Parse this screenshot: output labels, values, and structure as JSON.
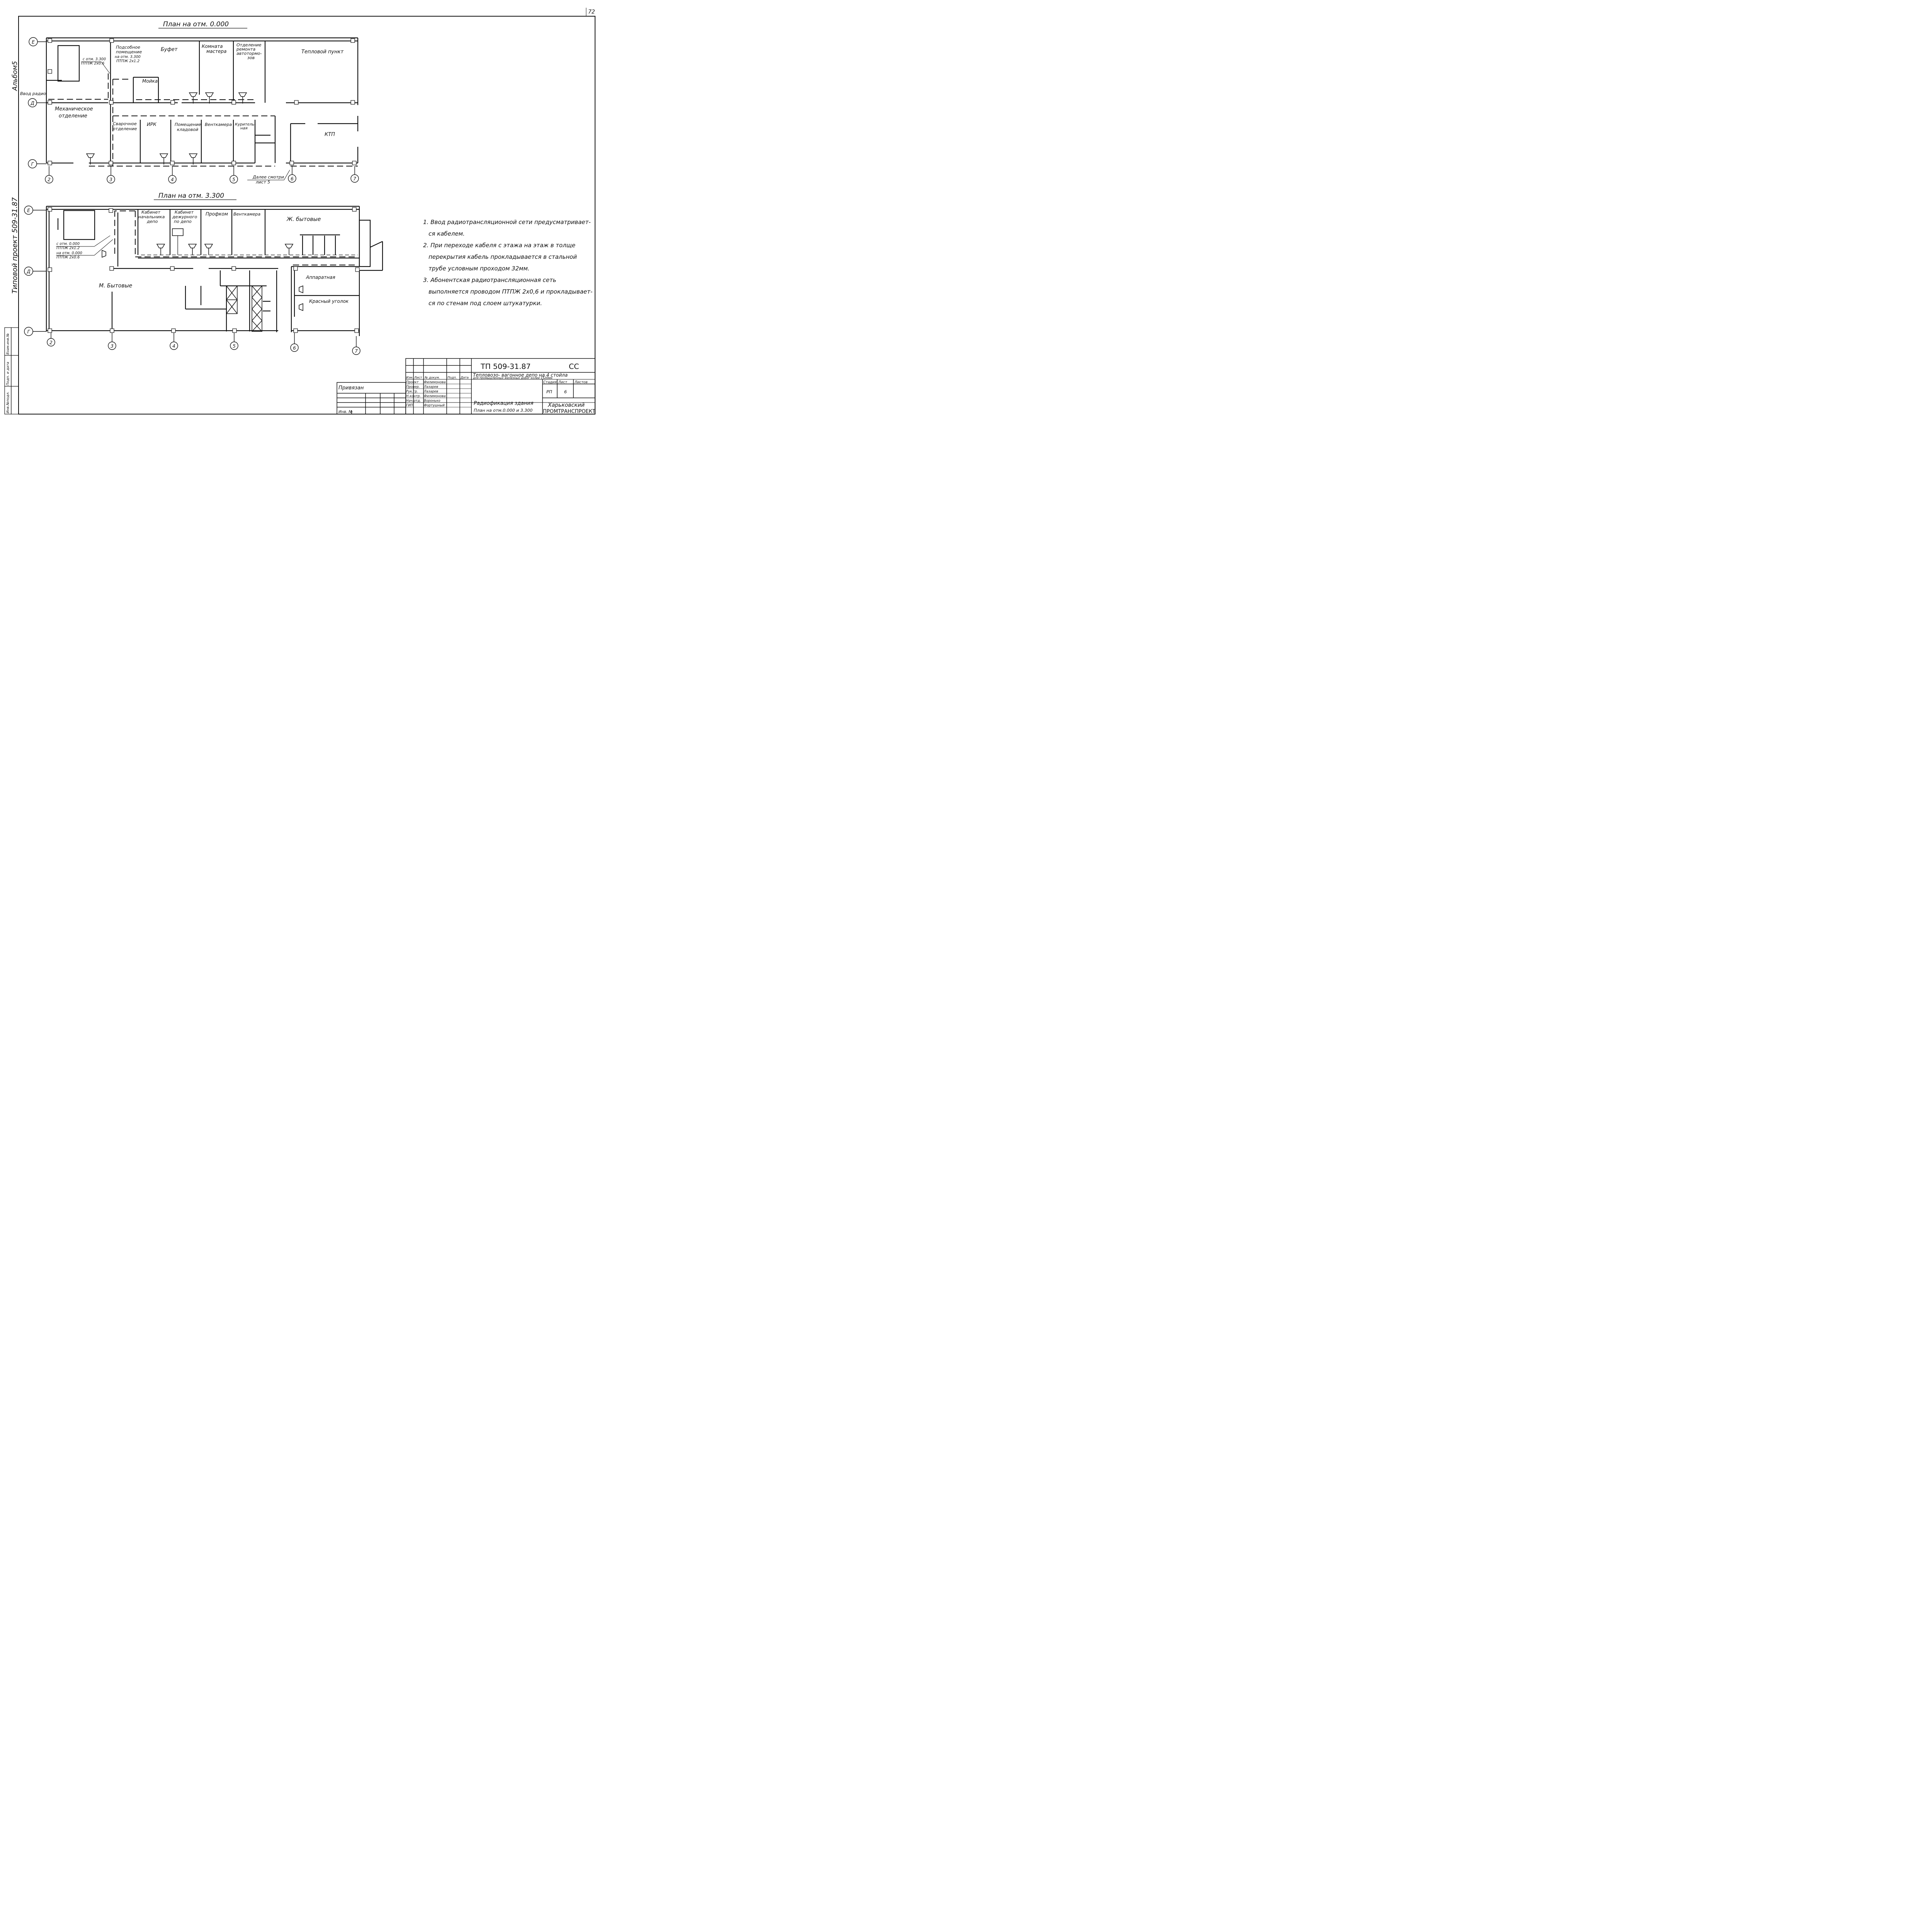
{
  "sheet": {
    "page_number": "72",
    "side_album": "Альбом5",
    "side_project": "Типовой проект 509-31.87"
  },
  "plan1": {
    "title": "План на отм. 0.000",
    "rooms": {
      "podsobnoe": [
        "Подсобное",
        "помещение",
        "на отм. 3.300",
        "ПТПЖ 2х1.2"
      ],
      "bufet": "Буфет",
      "komnata": [
        "Комната",
        "мастера"
      ],
      "otdelenie_remonta": [
        "Отделение",
        "ремонта",
        "автотормо-",
        "зов"
      ],
      "teplovoy": "Тепловой пункт",
      "moyka": "Мойка",
      "mekh": [
        "Механическое",
        "отделение"
      ],
      "svarochnoe": [
        "Сварочное",
        "отделение"
      ],
      "irk": "ИРК",
      "kladovoy": [
        "Помещение",
        "кладовой"
      ],
      "ventkamera": "Венткамера",
      "kuritelnaya": [
        "Куритель-",
        "ная"
      ],
      "ktp": "КТП"
    },
    "stair_note": [
      "с отм. 3.300",
      "ПТПЖ 2х0.6"
    ],
    "radio_input": "Ввод радио",
    "further": [
      "Далее смотри",
      "лист 5"
    ],
    "axes_rows": [
      "Е",
      "Д",
      "Г"
    ],
    "axes_cols": [
      "2",
      "3",
      "4",
      "5",
      "6",
      "7"
    ]
  },
  "plan2": {
    "title": "План на отм. 3.300",
    "rooms": {
      "kab_nach": [
        "Кабинет",
        "начальника",
        "депо"
      ],
      "kab_dezh": [
        "Кабинет",
        "дежурного",
        "по депо"
      ],
      "profkom": "Профком",
      "ventkamera": "Венткамера",
      "zh_bytovye": "Ж. бытовые",
      "m_bytovye": "М. Бытовые",
      "apparatnaya": "Аппаратная",
      "krasny": "Красный уголок"
    },
    "stair_note": [
      "с отм. 0.000",
      "ПТПЖ 2х1.2",
      "на отм. 0.000",
      "ПТПЖ 2х0.6"
    ],
    "axes_rows": [
      "Е",
      "Д",
      "Г"
    ],
    "axes_cols": [
      "2",
      "3",
      "4",
      "5",
      "6",
      "7"
    ]
  },
  "notes": [
    "1. Ввод радиотрансляционной сети предусматривает-",
    "ся кабелем.",
    "2. При переходе кабеля с этажа на этаж в толще",
    "перекрытия кабель прокладывается в стальной",
    "трубе условным проходом 32мм.",
    "3. Абонентская радиотрансляционная сеть",
    "выполняется проводом ПТПЖ 2х0,6 и прокладывает-",
    "ся по стенам под слоем штукатурки."
  ],
  "title_block": {
    "code": "ТП 509-31.87",
    "mark": "СС",
    "description": [
      "Тепловозо- вагонное депо на 4 стойла",
      "для промышленных железных дорог колеи 1520мм"
    ],
    "col_headers": [
      "Изм.",
      "Лист",
      "№ докум.",
      "Подп.",
      "Дата"
    ],
    "roles": [
      "Проект",
      "Провер.",
      "Рук.гр.",
      "Н.контр.",
      "Нач.отд.",
      "ГИП"
    ],
    "names": [
      "Филимонова",
      "Лазарев",
      "Лазарев",
      "Филимонова",
      "Воронько",
      "Фортушный"
    ],
    "stage_headers": [
      "Стадия",
      "Лист",
      "Листов"
    ],
    "stage": "РП",
    "sheet": "6",
    "sheets": "",
    "drawing_title": [
      "Радиофикация здания",
      "План на отм.0.000 и 3.300"
    ],
    "org": [
      "Харьковский",
      "ПРОМТРАНСПРОЕКТ"
    ],
    "privyazan": "Привязан",
    "inv": "Инв. №"
  },
  "left_stamp": [
    "Инв.№подл.",
    "Подп. и дата",
    "Взам.инв.№"
  ]
}
